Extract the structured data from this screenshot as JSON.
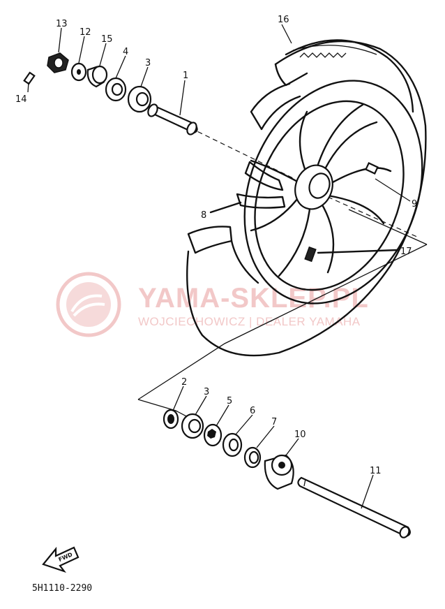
{
  "callouts": [
    {
      "id": "c13a",
      "text": "13"
    },
    {
      "id": "c12a",
      "text": "12"
    },
    {
      "id": "c15a",
      "text": "15"
    },
    {
      "id": "c4a",
      "text": "4"
    },
    {
      "id": "c3a",
      "text": "3"
    },
    {
      "id": "c1a",
      "text": "1"
    },
    {
      "id": "c14a",
      "text": "14"
    },
    {
      "id": "c16a",
      "text": "16"
    },
    {
      "id": "c9a",
      "text": "9"
    },
    {
      "id": "c8a",
      "text": "8"
    },
    {
      "id": "c17a",
      "text": "17"
    },
    {
      "id": "c2b",
      "text": "2"
    },
    {
      "id": "c3b",
      "text": "3"
    },
    {
      "id": "c5b",
      "text": "5"
    },
    {
      "id": "c6b",
      "text": "6"
    },
    {
      "id": "c7b",
      "text": "7"
    },
    {
      "id": "c10b",
      "text": "10"
    },
    {
      "id": "c11b",
      "text": "11"
    }
  ],
  "watermark": {
    "title": "YAMA-SKLEP.PL",
    "subtitle": "WOJCIECHOWICZ | DEALER YAMAHA",
    "color": "#f2c8c8"
  },
  "fwd_label": "FWD",
  "diagram_code": "5H1110-2290"
}
